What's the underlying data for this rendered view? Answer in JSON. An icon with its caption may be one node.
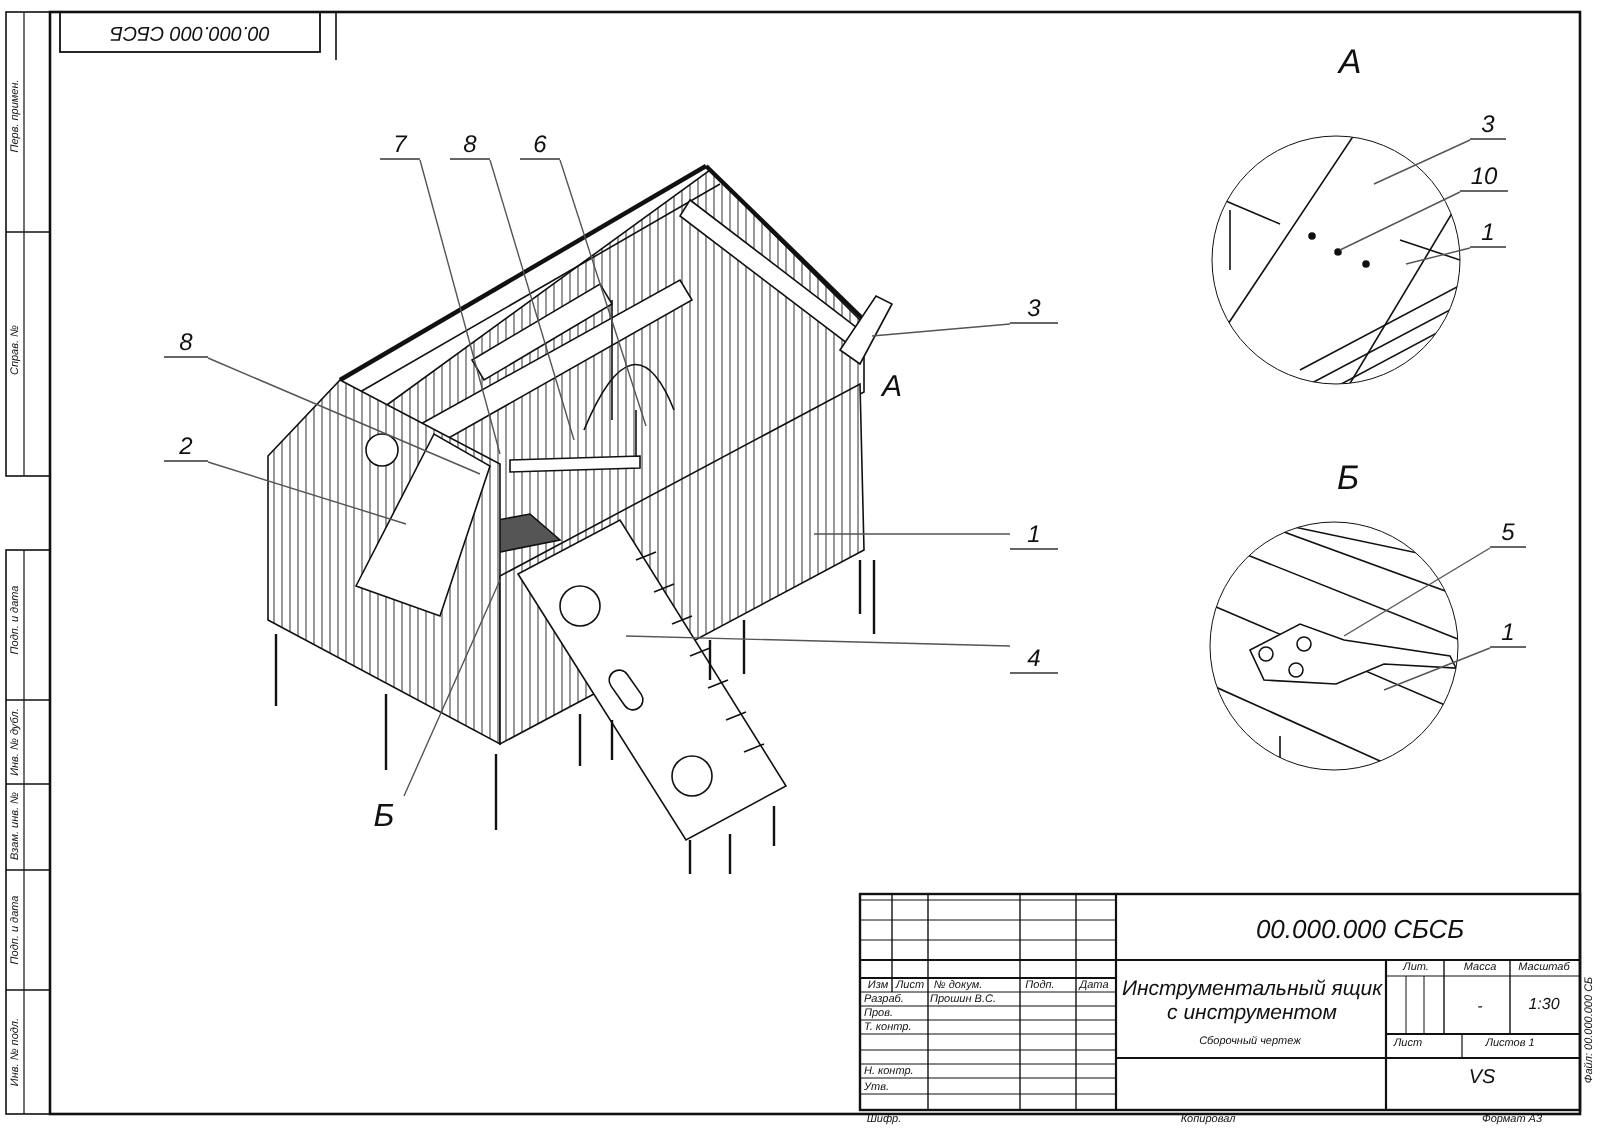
{
  "diagram": {
    "nodes": [
      {
        "text": [
          "7"
        ]
      },
      {
        "text": [
          "8"
        ]
      },
      {
        "text": [
          "6"
        ]
      },
      {
        "text": [
          "8"
        ]
      },
      {
        "text": [
          "2"
        ]
      },
      {
        "text": [
          "3"
        ]
      },
      {
        "text": [
          "1"
        ]
      },
      {
        "text": [
          "4"
        ]
      },
      {
        "text": [
          "Б"
        ]
      },
      {
        "text": [
          "3"
        ]
      },
      {
        "text": [
          "10"
        ]
      },
      {
        "text": [
          "1"
        ]
      },
      {
        "text": [
          "5"
        ]
      },
      {
        "text": [
          "1"
        ]
      },
      {
        "text": [],
        "shape": "picture"
      },
      {
        "text": [],
        "shape": "picture"
      }
    ],
    "edges": [
      {
        "from": 0,
        "to": null,
        "arrow": "none"
      },
      {
        "from": 1,
        "to": null,
        "arrow": "none"
      },
      {
        "from": 2,
        "to": null,
        "arrow": "none"
      },
      {
        "from": 3,
        "to": null,
        "arrow": "none"
      },
      {
        "from": 4,
        "to": null,
        "arrow": "none"
      },
      {
        "from": 5,
        "to": null,
        "arrow": "none"
      },
      {
        "from": 6,
        "to": null,
        "arrow": "none"
      },
      {
        "from": 7,
        "to": null,
        "arrow": "none"
      },
      {
        "from": 8,
        "to": null,
        "arrow": "none"
      },
      {
        "from": 9,
        "to": 14,
        "arrow": "none"
      },
      {
        "from": 10,
        "to": 14,
        "arrow": "none"
      },
      {
        "from": 11,
        "to": 14,
        "arrow": "none"
      },
      {
        "from": 12,
        "to": 15,
        "arrow": "none"
      },
      {
        "from": 13,
        "to": 15,
        "arrow": "none"
      }
    ],
    "labels": [
      "00.000.000 СБСБ",
      "А",
      "А",
      "Б",
      "Перв. примен.",
      "Справ. №",
      "Подп. и дата",
      "Инв. № дубл.",
      "Взам. инв. №",
      "Подп. и дата",
      "Инв. № подл.",
      "00.000.000 СБСБ",
      "Изм",
      "Лист",
      "№ докум.",
      "Подп.",
      "Дата",
      "Инструментальный ящик с инструментом",
      "Лит.",
      "Масса",
      "Масштаб",
      "Разраб.",
      "Прошин В.С.",
      "-",
      "1:30",
      "Пров.",
      "Т. контр.",
      "Сборочный чертеж",
      "Лист",
      "Листов 1",
      "Н. контр.",
      "VS",
      "Утв.",
      "Шифр.",
      "Копировал",
      "Формат А3",
      "Файл: 00.000.000 СБ"
    ]
  }
}
